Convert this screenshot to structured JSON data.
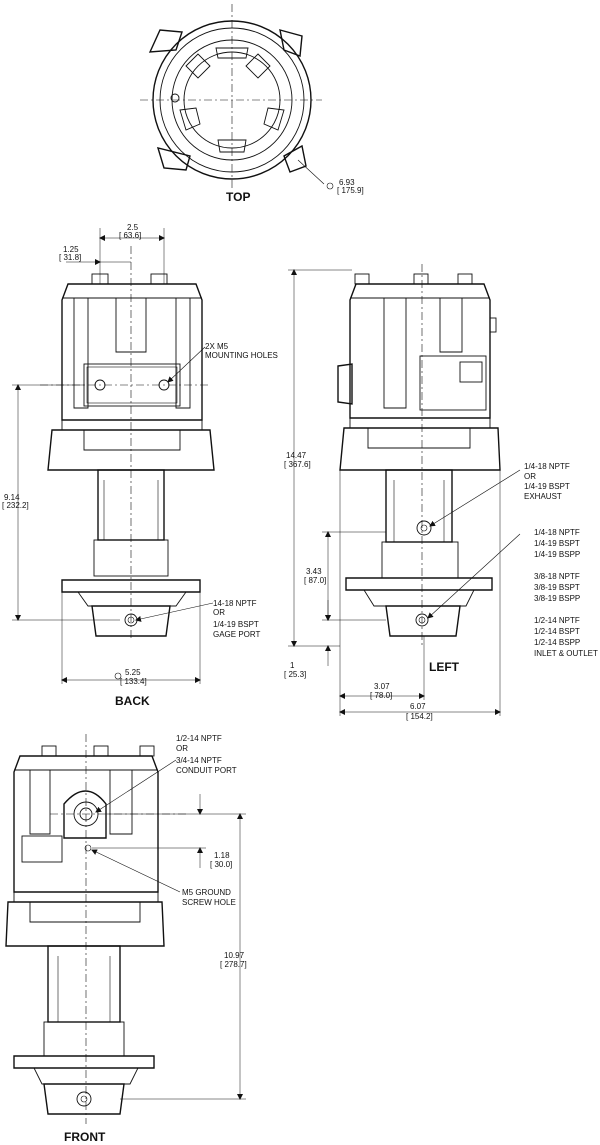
{
  "views": {
    "top": "TOP",
    "back": "BACK",
    "left": "LEFT",
    "front": "FRONT"
  },
  "dimensions": {
    "top_dia_in": "6.93",
    "top_dia_mm": "[ 175.9]",
    "back_2_5_in": "2.5",
    "back_2_5_mm": "[ 63.6]",
    "back_1_25_in": "1.25",
    "back_1_25_mm": "[ 31.8]",
    "back_9_14_in": "9.14",
    "back_9_14_mm": "[ 232.2]",
    "back_5_25_in": "5.25",
    "back_5_25_mm": "[ 133.4]",
    "left_14_47_in": "14.47",
    "left_14_47_mm": "[ 367.6]",
    "left_3_43_in": "3.43",
    "left_3_43_mm": "[ 87.0]",
    "left_1_in": "1",
    "left_1_mm": "[ 25.3]",
    "left_3_07_in": "3.07",
    "left_3_07_mm": "[ 78.0]",
    "left_6_07_in": "6.07",
    "left_6_07_mm": "[ 154.2]",
    "front_1_18_in": "1.18",
    "front_1_18_mm": "[ 30.0]",
    "front_10_97_in": "10.97",
    "front_10_97_mm": "[ 278.7]"
  },
  "callouts": {
    "mounting_1": "2X M5",
    "mounting_2": "MOUNTING HOLES",
    "gage_1": "14-18 NPTF",
    "gage_2": "OR",
    "gage_3": "1/4-19 BSPT",
    "gage_4": "GAGE PORT",
    "exhaust_1": "1/4-18 NPTF",
    "exhaust_2": "OR",
    "exhaust_3": "1/4-19 BSPT",
    "exhaust_4": "EXHAUST",
    "inlet_a1": "1/4-18 NPTF",
    "inlet_a2": "1/4-19 BSPT",
    "inlet_a3": "1/4-19 BSPP",
    "inlet_b1": "3/8-18 NPTF",
    "inlet_b2": "3/8-19 BSPT",
    "inlet_b3": "3/8-19 BSPP",
    "inlet_c1": "1/2-14 NPTF",
    "inlet_c2": "1/2-14 BSPT",
    "inlet_c3": "1/2-14 BSPP",
    "inlet_c4": "INLET & OUTLET",
    "conduit_1": "1/2-14 NPTF",
    "conduit_2": "OR",
    "conduit_3": "3/4-14 NPTF",
    "conduit_4": "CONDUIT PORT",
    "ground_1": "M5 GROUND",
    "ground_2": "SCREW HOLE"
  }
}
